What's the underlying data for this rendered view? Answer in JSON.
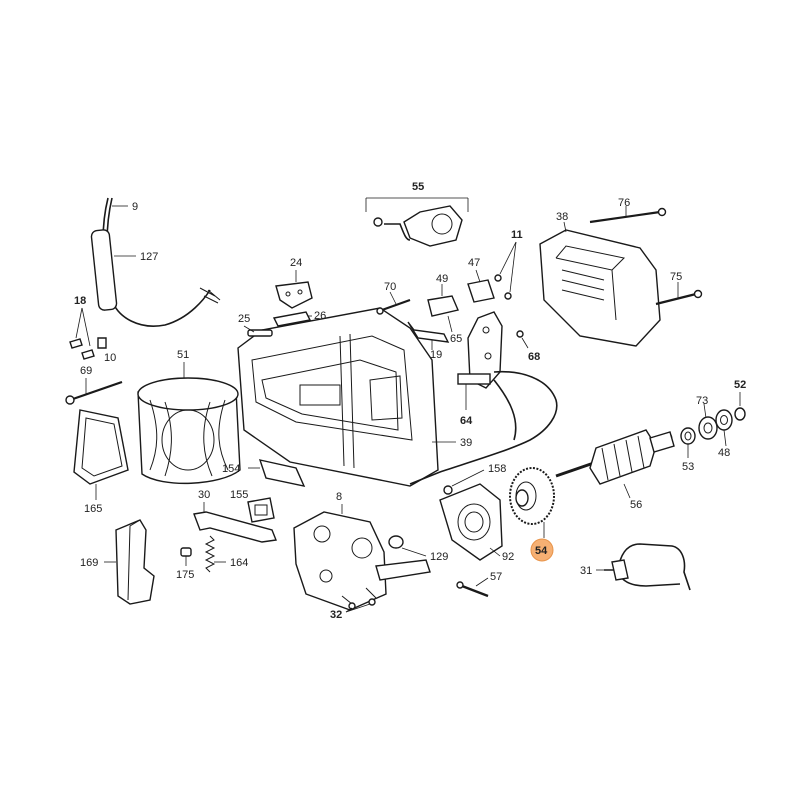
{
  "labels": {
    "p9": "9",
    "p127": "127",
    "p18": "18",
    "p10": "10",
    "p69": "69",
    "p51": "51",
    "p165": "165",
    "p24": "24",
    "p25": "25",
    "p26": "26",
    "p55": "55",
    "p70": "70",
    "p49": "49",
    "p47": "47",
    "p11": "11",
    "p65": "65",
    "p19": "19",
    "p64": "64",
    "p68": "68",
    "p38": "38",
    "p76": "76",
    "p75": "75",
    "p39": "39",
    "p154": "154",
    "p30": "30",
    "p155": "155",
    "p175": "175",
    "p164": "164",
    "p169": "169",
    "p8": "8",
    "p32": "32",
    "p129": "129",
    "p158": "158",
    "p92": "92",
    "p57": "57",
    "p54": "54",
    "p56": "56",
    "p73": "73",
    "p52": "52",
    "p53": "53",
    "p48": "48",
    "p31": "31"
  },
  "highlight": {
    "color": "#f6b073",
    "part": "54"
  }
}
